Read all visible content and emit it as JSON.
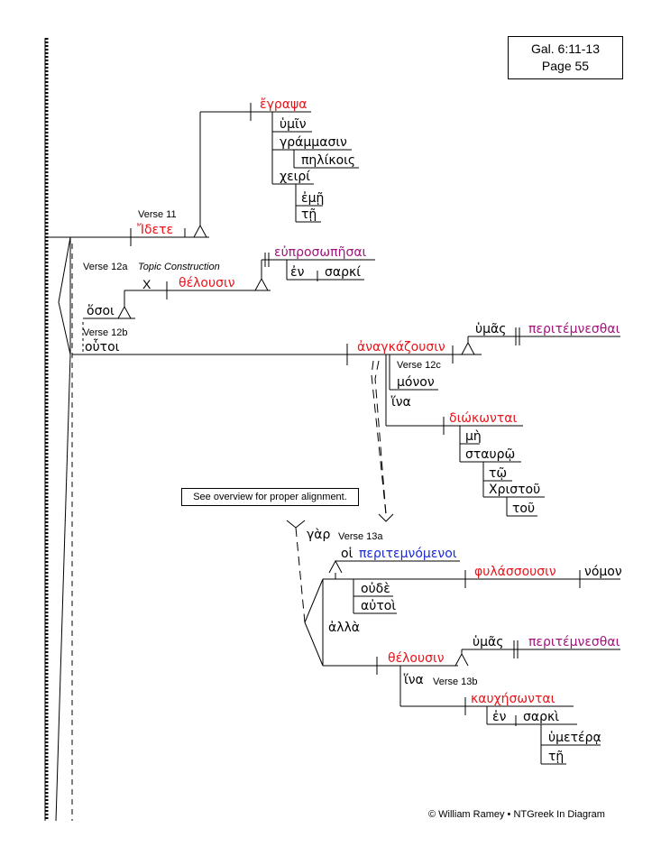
{
  "reference": {
    "line1": "Gal. 6:11-13",
    "line2": "Page 55"
  },
  "note": "See overview for proper alignment.",
  "copyright": "© William Ramey • NTGreek In Diagram",
  "labels": {
    "v11": "Verse 11",
    "v12a": "Verse 12a",
    "topic": "Topic Construction",
    "v12b": "Verse 12b",
    "v12c": "Verse 12c",
    "v13a": "Verse 13a",
    "v13b": "Verse 13b"
  },
  "words": {
    "idete": "Ἴδετε",
    "egrapsa": "ἔγραψα",
    "humin": "ὑμῖν",
    "grammasin": "γράμμασιν",
    "pelikois": "πηλίκοις",
    "cheiri": "χειρί",
    "eme": "ἐμῇ",
    "te1": "τῇ",
    "euprosopesai": "εὐπροσωπῆσαι",
    "en1": "ἐν",
    "sarki1": "σαρκί",
    "x": "X",
    "thelousin1": "θέλουσιν",
    "hosoi": "ὅσοι",
    "houtoi": "οὗτοι",
    "anankazousin": "ἀναγκάζουσιν",
    "humas1": "ὑμᾶς",
    "peritemnesthai1": "περιτέμνεσθαι",
    "monon": "μόνον",
    "hina1": "ἵνα",
    "diokontai": "διώκωνται",
    "me": "μὴ",
    "stauro": "σταυρῷ",
    "to": "τῷ",
    "christou": "Χριστοῦ",
    "tou": "τοῦ",
    "gar": "γὰρ",
    "hoi": "οἱ",
    "peritemnomenoi": "περιτεμνόμενοι",
    "phulassousin": "φυλάσσουσιν",
    "nomon": "νόμον",
    "oude": "οὐδὲ",
    "autoi": "αὐτοὶ",
    "alla": "ἀλλὰ",
    "thelousin2": "θέλουσιν",
    "humas2": "ὑμᾶς",
    "peritemnesthai2": "περιτέμνεσθαι",
    "hina2": "ἵνα",
    "kauchesontai": "καυχήσωνται",
    "en2": "ἐν",
    "sarki2": "σαρκὶ",
    "humetera": "ὑμετέρᾳ",
    "te2": "τῇ"
  }
}
